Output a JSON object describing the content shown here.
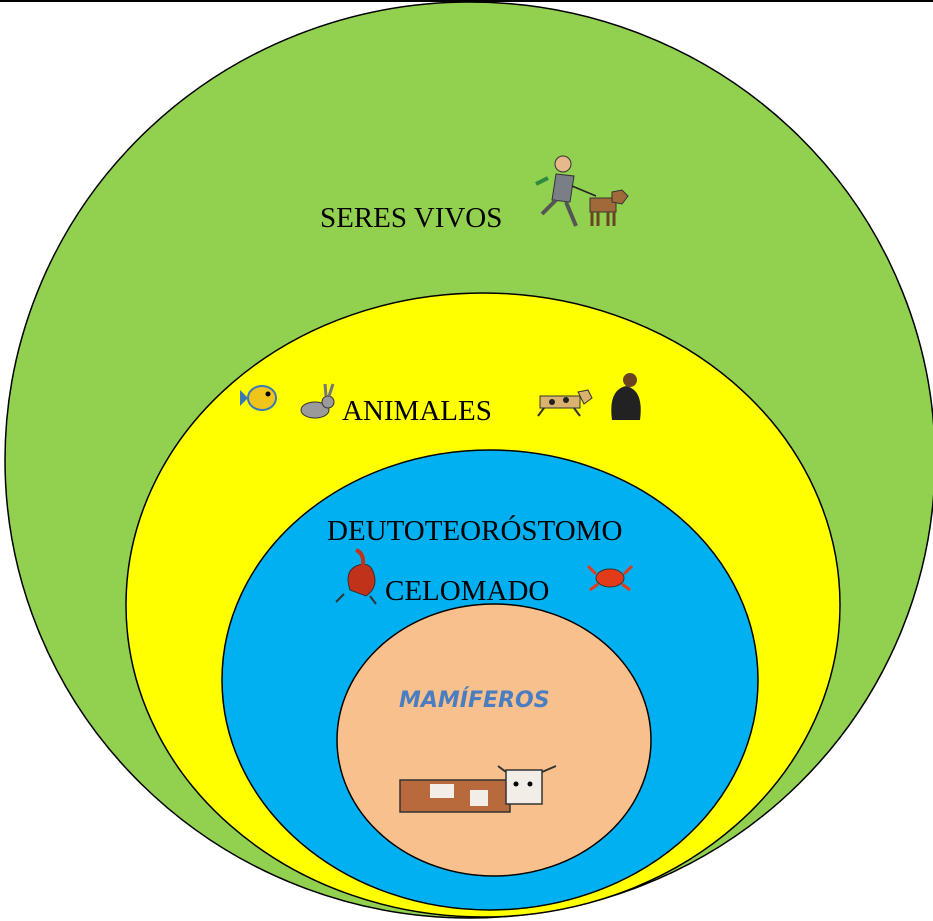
{
  "levels": {
    "seres_vivos": {
      "label": "SERES VIVOS",
      "color": "#92d050"
    },
    "animales": {
      "label": "ANIMALES",
      "color": "#ffff00"
    },
    "deuterostomo": {
      "label": "DEUTOTEORÓSTOMO",
      "color": "#00b0f0"
    },
    "celomado": {
      "label": "CELOMADO"
    },
    "mamiferos": {
      "label": "MAMÍFEROS",
      "color": "#f8c08c",
      "label_color": "#4a7ec0"
    }
  },
  "icons": [
    "man-walking-dog-icon",
    "fish-icon",
    "rabbit-icon",
    "spotted-dog-icon",
    "gorilla-icon",
    "scorpion-icon",
    "crab-icon",
    "cow-icon"
  ]
}
